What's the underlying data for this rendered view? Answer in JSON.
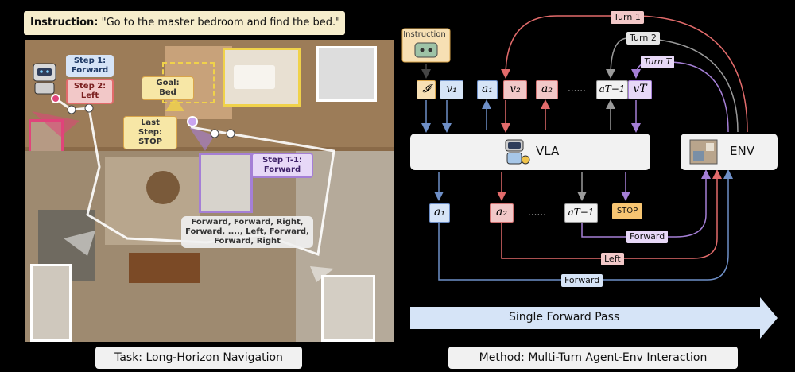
{
  "left": {
    "instruction_label": "Instruction:",
    "instruction_text": "\"Go to the master bedroom and find the bed.\"",
    "step1": [
      "Step 1:",
      "Forward"
    ],
    "step2": [
      "Step 2:",
      "Left"
    ],
    "goal": "Goal: Bed",
    "last_step": [
      "Last Step:",
      "STOP"
    ],
    "step_t1": [
      "Step T-1:",
      "Forward"
    ],
    "action_sequence": [
      "Forward, Forward, Right,",
      "Forward, ...., Left, Forward,",
      "Forward, Right"
    ],
    "caption": "Task: Long-Horizon Navigation"
  },
  "right": {
    "instruction_icon_label": "Instruction",
    "tokens_top": [
      {
        "kind": "i",
        "text": "𝓘"
      },
      {
        "kind": "v",
        "text": "v₁"
      },
      {
        "kind": "a",
        "text": "a₁"
      },
      {
        "kind": "v",
        "text": "v₂"
      },
      {
        "kind": "a",
        "text": "a₂"
      },
      {
        "kind": "dots",
        "text": "......"
      },
      {
        "kind": "a",
        "text": "aT−1"
      },
      {
        "kind": "v",
        "text": "vT"
      }
    ],
    "tokens_bottom": [
      {
        "kind": "v",
        "text": "a₁"
      },
      {
        "kind": "a",
        "text": "a₂"
      },
      {
        "kind": "dots",
        "text": "......"
      },
      {
        "kind": "plain",
        "text": "aT−1"
      },
      {
        "kind": "stop",
        "text": "STOP"
      }
    ],
    "vla_label": "VLA",
    "env_label": "ENV",
    "turn1": "Turn 1",
    "turn2": "Turn 2",
    "turnT": "Turn T",
    "forward_purple": "Forward",
    "left_red": "Left",
    "forward_blue": "Forward",
    "single_pass": "Single Forward Pass",
    "caption": "Method: Multi-Turn Agent-Env Interaction"
  },
  "colors": {
    "blue": "#6e8fc7",
    "red": "#e26b6b",
    "gray": "#9a9a9a",
    "purple": "#a57fd6",
    "gold": "#d9a54a"
  }
}
